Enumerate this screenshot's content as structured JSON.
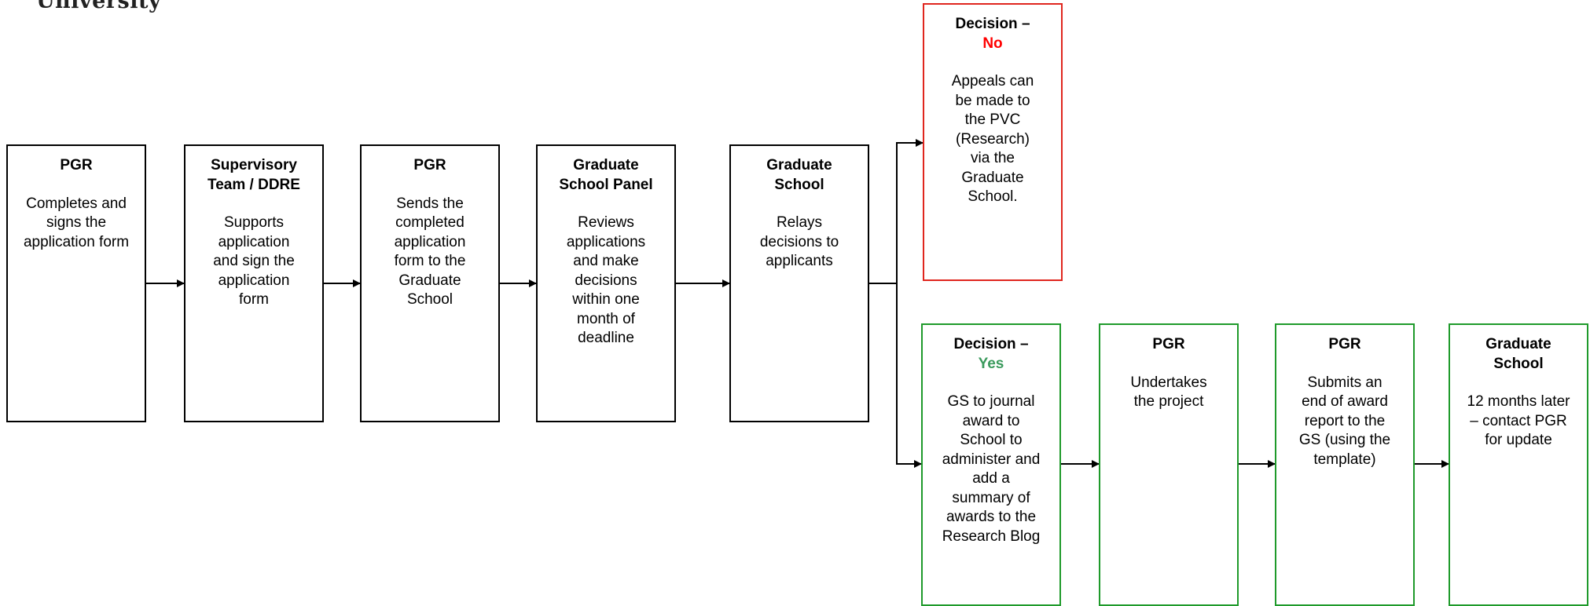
{
  "header": {
    "logo_text": "University"
  },
  "boxes": {
    "b1": {
      "title": "PGR",
      "body": "Completes and signs the application form"
    },
    "b2": {
      "title": "Supervisory Team / DDRE",
      "body": "Supports application and sign the application form"
    },
    "b3": {
      "title": "PGR",
      "body": "Sends the completed application form to the Graduate School"
    },
    "b4": {
      "title": "Graduate School Panel",
      "body": "Reviews applications and make decisions within one month of deadline"
    },
    "b5": {
      "title": "Graduate School",
      "body": "Relays decisions to applicants"
    },
    "no": {
      "title": "Decision –",
      "outcome": "No",
      "body": "Appeals can be made to the PVC (Research) via the Graduate School."
    },
    "yes": {
      "title": "Decision –",
      "outcome": "Yes",
      "body": "GS to journal award to School to administer and add a summary of awards to the Research Blog"
    },
    "b7": {
      "title": "PGR",
      "body": "Undertakes the project"
    },
    "b8": {
      "title": "PGR",
      "body": "Submits an end of award report to the GS (using the template)"
    },
    "b9": {
      "title": "Graduate School",
      "body": "12 months later – contact PGR for update"
    }
  },
  "colors": {
    "no_border": "#e0261e",
    "yes_border": "#1f9a2b",
    "no_text": "#ff0000",
    "yes_text": "#3a9a5c"
  }
}
